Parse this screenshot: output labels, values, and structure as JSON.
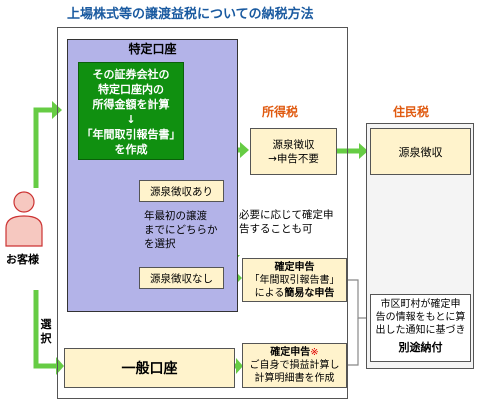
{
  "title": "上場株式等の譲渡益税についての納税方法",
  "tokutei": {
    "label": "特定口座",
    "box_lines": [
      "その証券会社の",
      "特定口座内の",
      "所得金額を計算",
      "↓",
      "「年間取引報告書」",
      "を作成"
    ]
  },
  "gensen_ari": "源泉徴収あり",
  "gensen_nashi": "源泉徴収なし",
  "choice_lines": [
    "年最初の譲渡",
    "までにどちらか",
    "を選択"
  ],
  "shotoku_heading": "所得税",
  "jumin_heading": "住民税",
  "shotoku_gensen_lines": [
    "源泉徴収",
    "→申告不要"
  ],
  "jumin_gensen": "源泉徴収",
  "note_lines": [
    "必要に応じて確定申",
    "告することも可"
  ],
  "kakutei1": {
    "title": "確定申告",
    "line1": "「年間取引報告書」",
    "line2_pre": "による",
    "line2_bold": "簡易な申告"
  },
  "kakutei2": {
    "title": "確定申告",
    "mark": "※",
    "line1": "ご自身で損益計算し",
    "line2": "計算明細書を作成"
  },
  "city": {
    "lines": [
      "市区町村が確定申",
      "告の情報をもとに算",
      "出した通知に基づき"
    ],
    "bold": "別途納付"
  },
  "ippan": "一般口座",
  "customer": "お客様",
  "sentaku": "選択",
  "colors": {
    "green_arrow": "#66cc44",
    "green_box": "#109010",
    "purple": "#b3b3e8",
    "cream": "#fff3cc",
    "title": "#1a5aa0",
    "heading": "#e05a10"
  }
}
